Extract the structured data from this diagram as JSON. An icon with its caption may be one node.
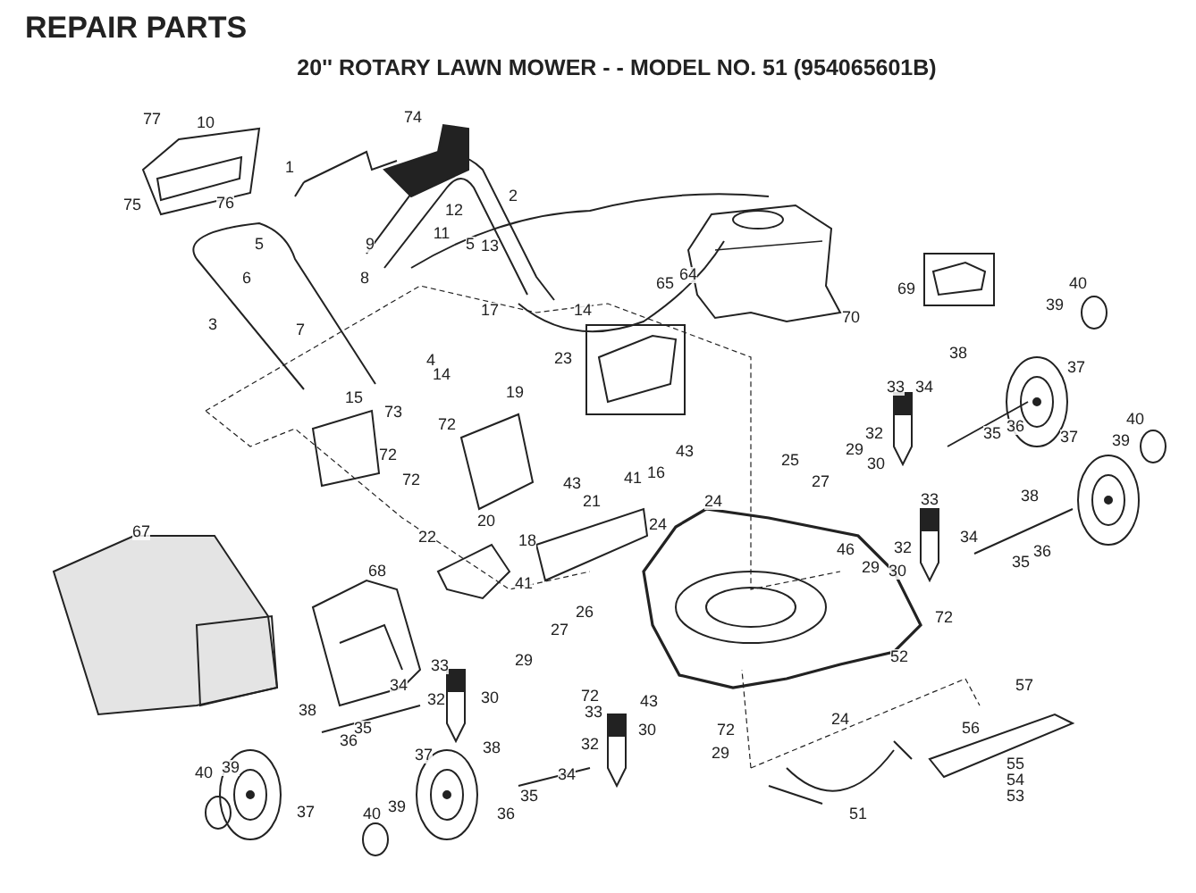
{
  "diagram": {
    "title": "REPAIR PARTS",
    "labels": [
      "20'' ROTARY LAWN MOWER - - MODEL NO. 51 (954065601B)",
      "77",
      "10",
      "74",
      "1",
      "2",
      "75",
      "76",
      "12",
      "11",
      "5",
      "9",
      "5",
      "13",
      "6",
      "8",
      "64",
      "65",
      "40",
      "69",
      "39",
      "14",
      "17",
      "70",
      "3",
      "7",
      "38",
      "23",
      "4",
      "37",
      "14",
      "33",
      "34",
      "19",
      "15",
      "73",
      "40",
      "72",
      "36",
      "32",
      "35",
      "37",
      "39",
      "29",
      "43",
      "72",
      "25",
      "30",
      "16",
      "41",
      "72",
      "27",
      "43",
      "38",
      "33",
      "21",
      "24",
      "20",
      "24",
      "67",
      "22",
      "34",
      "18",
      "32",
      "46",
      "36",
      "35",
      "29",
      "68",
      "30",
      "41",
      "26",
      "72",
      "27",
      "52",
      "29",
      "33",
      "57",
      "34",
      "72",
      "32",
      "30",
      "43",
      "38",
      "33",
      "24",
      "35",
      "56",
      "30",
      "72",
      "36",
      "32",
      "38",
      "29",
      "37",
      "55",
      "39",
      "40",
      "34",
      "54",
      "35",
      "39",
      "53",
      "37",
      "40",
      "51",
      "36"
    ]
  }
}
